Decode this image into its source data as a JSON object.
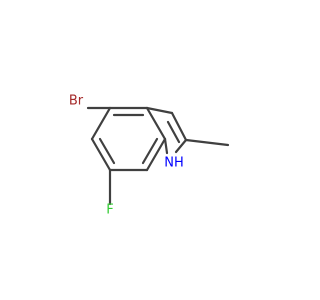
{
  "molecule": {
    "labels": {
      "br": "Br",
      "f": "F",
      "nh": "NH"
    },
    "colors": {
      "bond": "#404040",
      "bromine": "#A52A2A",
      "fluorine": "#33CC33",
      "nitrogen": "#0000FF"
    }
  }
}
